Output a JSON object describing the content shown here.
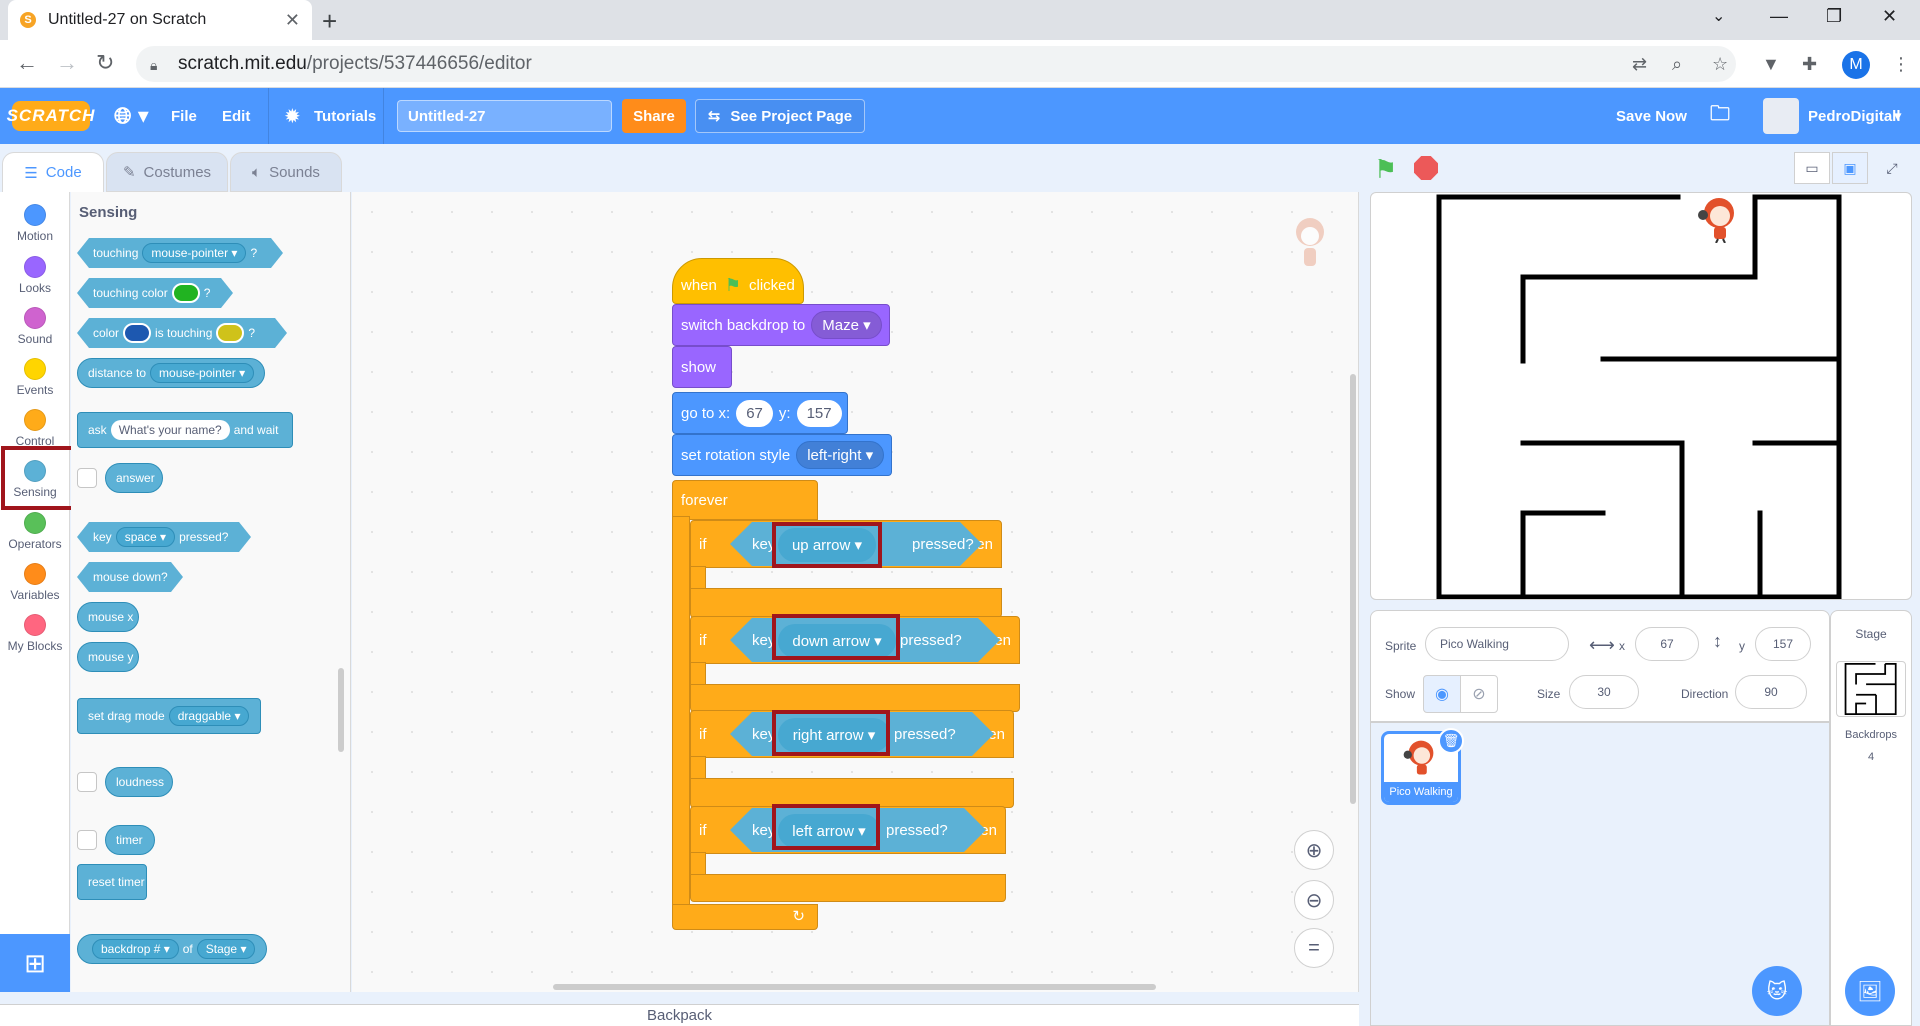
{
  "browser": {
    "tab_title": "Untitled-27 on Scratch",
    "url_host": "scratch.mit.edu",
    "url_path": "/projects/537446656/editor",
    "profile_initial": "M"
  },
  "menubar": {
    "logo": "SCRATCH",
    "file": "File",
    "edit": "Edit",
    "tutorials": "Tutorials",
    "project_title": "Untitled-27",
    "share": "Share",
    "see_project": "See Project Page",
    "save_now": "Save Now",
    "username": "PedroDigitall"
  },
  "editor_tabs": {
    "code": "Code",
    "costumes": "Costumes",
    "sounds": "Sounds"
  },
  "categories": [
    {
      "label": "Motion",
      "color": "#4c97ff"
    },
    {
      "label": "Looks",
      "color": "#9966ff"
    },
    {
      "label": "Sound",
      "color": "#cf63cf"
    },
    {
      "label": "Events",
      "color": "#ffd500"
    },
    {
      "label": "Control",
      "color": "#ffab19"
    },
    {
      "label": "Sensing",
      "color": "#5cb1d6"
    },
    {
      "label": "Operators",
      "color": "#59c059"
    },
    {
      "label": "Variables",
      "color": "#ff8c1a"
    },
    {
      "label": "My Blocks",
      "color": "#ff6680"
    }
  ],
  "flyout": {
    "title": "Sensing",
    "touching": "touching",
    "mouse_pointer": "mouse-pointer",
    "q": "?",
    "touching_color": "touching color",
    "color": "color",
    "is_touching": "is touching",
    "distance_to": "distance to",
    "ask": "ask",
    "ask_default": "What's your name?",
    "and_wait": "and wait",
    "answer": "answer",
    "key": "key",
    "space": "space",
    "pressed_q": "pressed?",
    "mouse_down": "mouse down?",
    "mouse_x": "mouse x",
    "mouse_y": "mouse y",
    "set_drag_mode": "set drag mode",
    "draggable": "draggable",
    "loudness": "loudness",
    "timer": "timer",
    "reset_timer": "reset timer",
    "backdrop_num": "backdrop #",
    "of": "of",
    "stage": "Stage"
  },
  "script": {
    "when": "when",
    "clicked": "clicked",
    "switch_backdrop": "switch backdrop to",
    "backdrop_value": "Maze",
    "show": "show",
    "go_to_x": "go to x:",
    "x_val": "67",
    "y_label": "y:",
    "y_val": "157",
    "set_rotation": "set rotation style",
    "rotation_value": "left-right",
    "forever": "forever",
    "if": "if",
    "then": "then",
    "key": "key",
    "pressed": "pressed?",
    "keys": [
      "up arrow",
      "down arrow",
      "right arrow",
      "left arrow"
    ]
  },
  "sprite_info": {
    "sprite_label": "Sprite",
    "sprite_name": "Pico Walking",
    "x_label": "x",
    "x": "67",
    "y_label": "y",
    "y": "157",
    "show_label": "Show",
    "size_label": "Size",
    "size": "30",
    "direction_label": "Direction",
    "direction": "90"
  },
  "sprite_list": {
    "thumb_label": "Pico Walking"
  },
  "stage_pane": {
    "title": "Stage",
    "backdrops_label": "Backdrops",
    "backdrops_count": "4"
  },
  "backpack": "Backpack"
}
